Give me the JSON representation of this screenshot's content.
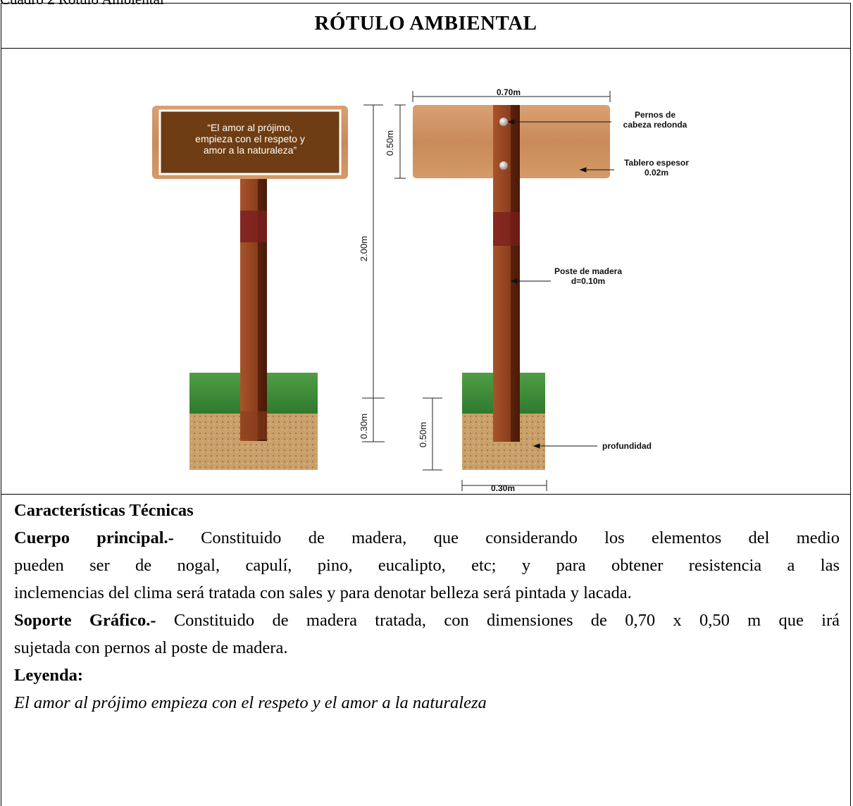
{
  "caption": {
    "prefix": "Cuadro ",
    "number": "2",
    "text": " Rótulo Ambiental"
  },
  "title": "RÓTULO AMBIENTAL",
  "sign_text": [
    "“El amor al prójimo,",
    "empieza con el respeto y",
    "amor a la naturaleza”"
  ],
  "dimensions": {
    "width_top": "0.70m",
    "board_height": "0.50m",
    "post_height": "2.00m",
    "buried_left": "0.30m",
    "buried_right": "0.50m",
    "base_width": "0.30m"
  },
  "callouts": {
    "bolts": [
      "Pernos de",
      "cabeza redonda"
    ],
    "board": [
      "Tablero espesor",
      "0.02m"
    ],
    "post": [
      "Poste de madera",
      "d=0.10m"
    ],
    "depth": "profundidad"
  },
  "section_heading": "Características Técnicas",
  "paragraphs": [
    {
      "label": "Cuerpo principal.-",
      "lines": [
        " Constituido de madera, que considerando los elementos del medio",
        "pueden ser de nogal, capulí, pino, eucalipto, etc; y para obtener resistencia a las",
        "inclemencias del clima será tratada con sales y para denotar belleza será pintada y lacada."
      ]
    },
    {
      "label": "Soporte Gráfico.-",
      "lines": [
        " Constituido de madera tratada, con dimensiones de 0,70 x 0,50 m que irá",
        "sujetada con pernos al poste de madera."
      ]
    }
  ],
  "legend_heading": "Leyenda:",
  "legend_text": "El amor al prójimo empieza con el respeto y el amor a la naturaleza",
  "colors": {
    "wood": "#c98a5a",
    "post": "#8a3d1c",
    "sign_panel": "#6e3d13",
    "grass": "#3f8f3a",
    "soil": "#c9a06a"
  }
}
